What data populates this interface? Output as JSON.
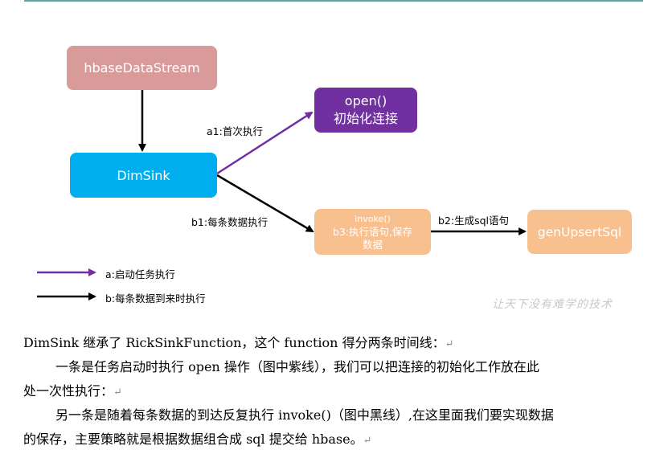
{
  "nodes": {
    "hbase": "hbaseDataStream",
    "dimsink": "DimSink",
    "open_line1": "open()",
    "open_line2": "初始化连接",
    "invoke_line1": "invoke()",
    "invoke_line2": "b3:执行语句,保存",
    "invoke_line3": "数据",
    "gen": "genUpsertSql"
  },
  "edge_labels": {
    "a1": "a1:首次执行",
    "b1": "b1:每条数据执行",
    "b2": "b2:生成sql语句"
  },
  "legend": {
    "a": "a:启动任务执行",
    "b": "b:每条数据到来时执行"
  },
  "watermark": "让天下没有难学的技术",
  "colors": {
    "hbase": "#d99b9a",
    "dimsink": "#00aeef",
    "open": "#7030a0",
    "invoke": "#f9c08f",
    "purple_line": "#7030a0",
    "black_line": "#000000"
  },
  "text": {
    "p1": "DimSink 继承了 RickSinkFunction，这个 function 得分两条时间线：",
    "p2a": "一条是任务启动时执行 open 操作（图中紫线），我们可以把连接的初始化工作放在此",
    "p2b": "处一次性执行：",
    "p3a": "另一条是随着每条数据的到达反复执行 invoke()（图中黑线）,在这里面我们要实现数据",
    "p3b": "的保存，主要策略就是根据数据组合成 sql 提交给 hbase。",
    "return_mark": "↵"
  }
}
